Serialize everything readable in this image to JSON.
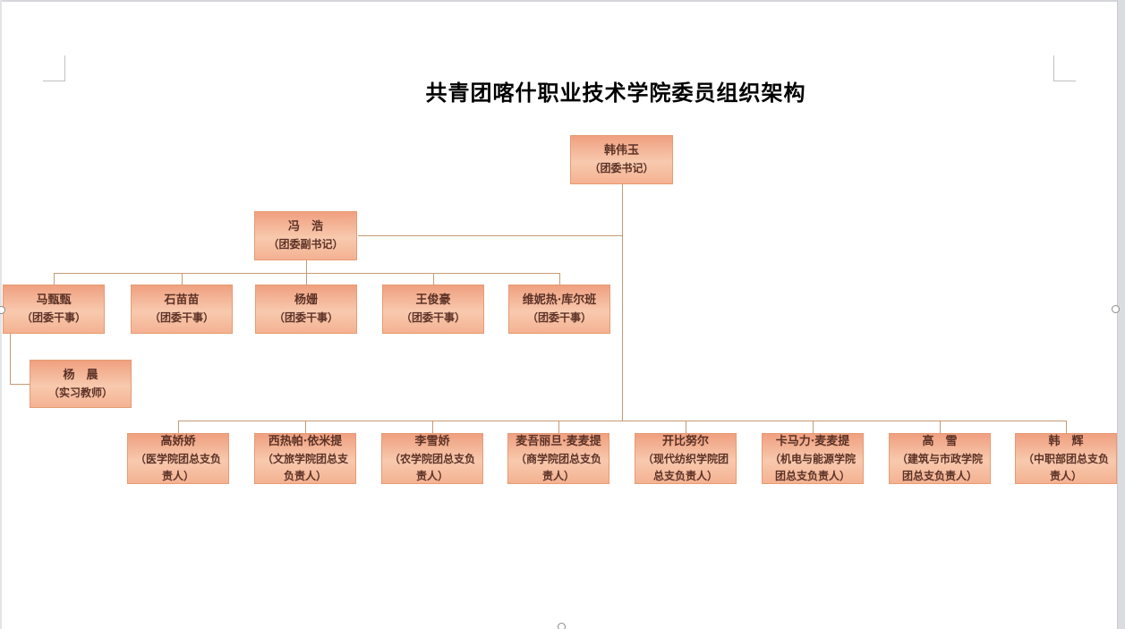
{
  "document": {
    "title": "共青团喀什职业技术学院委员组织架构"
  },
  "colors": {
    "box_fill_top": "#efa080",
    "box_fill_middle": "#f8c9ae",
    "box_fill_bottom": "#f4b292",
    "box_border": "#e79b72",
    "box_text": "#5c3226",
    "connector": "#c59a76",
    "title_text": "#000000",
    "page_edge": "#dadcdf"
  },
  "nodes": {
    "secretary": {
      "name": "韩伟玉",
      "role": "（团委书记）"
    },
    "deputy_secretary": {
      "name": "冯　浩",
      "role": "（团委副书记）"
    },
    "officers": [
      {
        "name": "马甄甄",
        "role": "（团委干事）"
      },
      {
        "name": "石苗苗",
        "role": "（团委干事）"
      },
      {
        "name": "杨姗",
        "role": "（团委干事）"
      },
      {
        "name": "王俊豪",
        "role": "（团委干事）"
      },
      {
        "name": "维妮热·库尔班",
        "role": "（团委干事）"
      }
    ],
    "intern_teacher": {
      "name": "杨　晨",
      "role": "（实习教师）"
    },
    "branch_leaders": [
      {
        "name": "高娇娇",
        "role": "（医学院团总支负责人）"
      },
      {
        "name": "西热帕·依米提",
        "role": "（文旅学院团总支负责人）"
      },
      {
        "name": "李雪娇",
        "role": "（农学院团总支负责人）"
      },
      {
        "name": "麦吾丽旦·麦麦提",
        "role": "（商学院团总支负责人）"
      },
      {
        "name": "开比努尔",
        "role": "（现代纺织学院团总支负责人）"
      },
      {
        "name": "卡马力·麦麦提",
        "role": "（机电与能源学院团总支负责人）"
      },
      {
        "name": "高　雪",
        "role": "（建筑与市政学院团总支负责人）"
      },
      {
        "name": "韩　辉",
        "role": "（中职部团总支负责人）"
      }
    ]
  }
}
